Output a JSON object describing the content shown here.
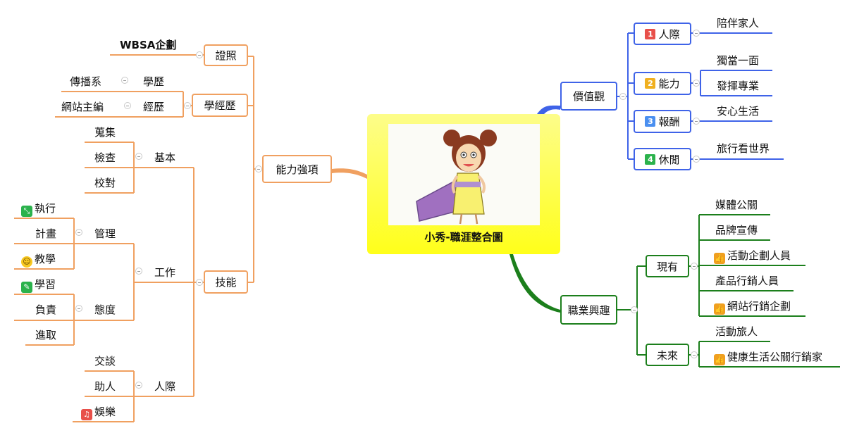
{
  "central": {
    "title": "小秀-職涯整合圖",
    "image": "cartoon girl with cape"
  },
  "colors": {
    "left": "#f0a060",
    "values": "#3f63e8",
    "career": "#1c7f1c",
    "central": "#ffff33"
  },
  "left": {
    "ability": "能力強項",
    "cert": "證照",
    "cert_item": "WBSA企劃",
    "background": "學經歷",
    "education": "學歷",
    "education_item": "傳播系",
    "experience": "經歷",
    "experience_item": "網站主編",
    "skills": "技能",
    "basic": "基本",
    "basic_items": [
      "蒐集",
      "檢查",
      "校對"
    ],
    "work": "工作",
    "manage": "管理",
    "manage_items": [
      "執行",
      "計畫",
      "教學"
    ],
    "attitude": "態度",
    "attitude_items": [
      "學習",
      "負責",
      "進取"
    ],
    "interpersonal": "人際",
    "interpersonal_items": [
      "交談",
      "助人",
      "娛樂"
    ]
  },
  "values": {
    "label": "價值觀",
    "items": [
      {
        "num": "1",
        "color": "#e8504a",
        "label": "人際",
        "children": [
          "陪伴家人"
        ]
      },
      {
        "num": "2",
        "color": "#f0b020",
        "label": "能力",
        "children": [
          "獨當一面",
          "發揮專業"
        ]
      },
      {
        "num": "3",
        "color": "#4a8ff0",
        "label": "報酬",
        "children": [
          "安心生活"
        ]
      },
      {
        "num": "4",
        "color": "#2bb24c",
        "label": "休閒",
        "children": [
          "旅行看世界"
        ]
      }
    ]
  },
  "career": {
    "label": "職業興趣",
    "current": "現有",
    "current_items": [
      "媒體公關",
      "品牌宣傳",
      "活動企劃人員",
      "產品行銷人員",
      "網站行銷企劃"
    ],
    "future": "未來",
    "future_items": [
      "活動旅人",
      "健康生活公關行銷家"
    ]
  }
}
